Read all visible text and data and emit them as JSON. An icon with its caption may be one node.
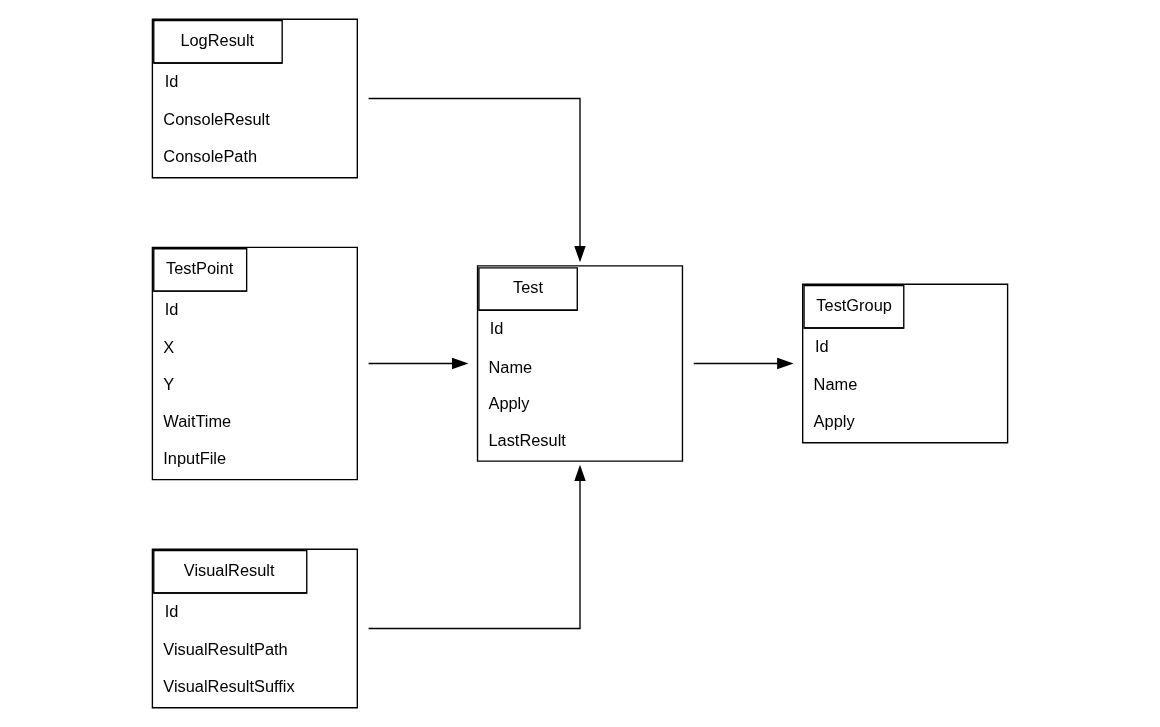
{
  "diagram": {
    "nodes": [
      {
        "text": [
          "TestGroup",
          "Id",
          "Name",
          "Apply"
        ]
      },
      {
        "text": [
          "LogResult",
          "Id",
          "ConsoleResult",
          "ConsolePath"
        ]
      },
      {
        "text": [
          "Test",
          "Id",
          "Name",
          "Apply",
          "LastResult"
        ]
      },
      {
        "text": [
          "TestPoint",
          "Id",
          "X",
          "Y",
          "WaitTime",
          "InputFile"
        ]
      },
      {
        "text": [
          "VisualResult",
          "Id",
          "VisualResultPath",
          "VisualResultSuffix"
        ]
      }
    ],
    "edges": [
      {
        "from": 2,
        "to": 0,
        "arrow": "to"
      },
      {
        "from": 3,
        "to": 2,
        "arrow": "to"
      },
      {
        "from": 1,
        "to": 2,
        "arrow": "to"
      },
      {
        "from": 4,
        "to": 2,
        "arrow": "to"
      }
    ]
  }
}
